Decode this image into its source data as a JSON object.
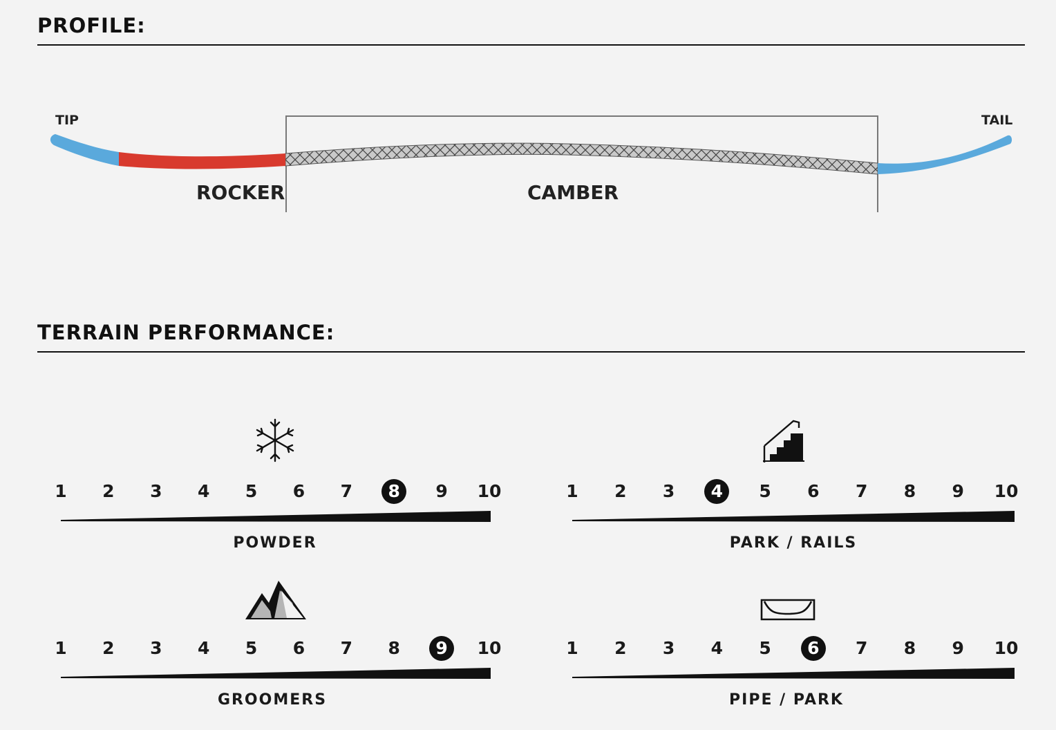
{
  "profile": {
    "title": "PROFILE:",
    "labels": {
      "tip": "TIP",
      "tail": "TAIL",
      "rocker": "ROCKER",
      "camber": "CAMBER"
    },
    "colors": {
      "tip_tail": "#5aa9dc",
      "rocker": "#d83a2e",
      "camber": "#9a9a9a"
    }
  },
  "terrain": {
    "title": "TERRAIN PERFORMANCE:",
    "scale": [
      "1",
      "2",
      "3",
      "4",
      "5",
      "6",
      "7",
      "8",
      "9",
      "10"
    ],
    "items": [
      {
        "label": "POWDER",
        "icon": "snowflake-icon",
        "rating": 8
      },
      {
        "label": "PARK / RAILS",
        "icon": "stairs-rail-icon",
        "rating": 4
      },
      {
        "label": "GROOMERS",
        "icon": "mountains-icon",
        "rating": 9
      },
      {
        "label": "PIPE / PARK",
        "icon": "halfpipe-icon",
        "rating": 6
      }
    ]
  }
}
